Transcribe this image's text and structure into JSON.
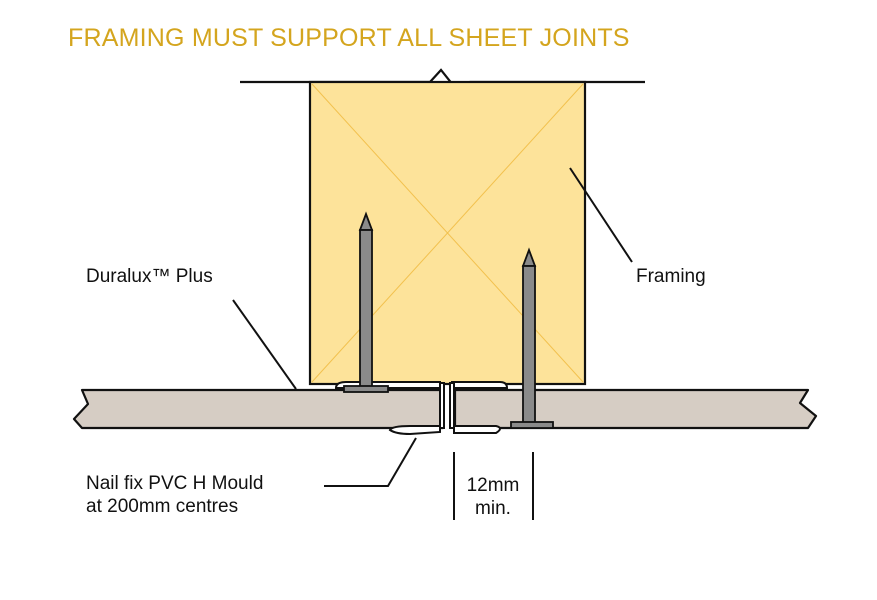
{
  "title": "FRAMING MUST SUPPORT ALL SHEET JOINTS",
  "labels": {
    "sheet": "Duralux™ Plus",
    "framing": "Framing",
    "nail_line1": "Nail fix PVC H Mould",
    "nail_line2": "at 200mm centres",
    "gap_line1": "12mm",
    "gap_line2": "min."
  },
  "colors": {
    "title": "#d4a51e",
    "framing_fill": "#fde39a",
    "framing_cross": "#f2c14e",
    "sheet_fill": "#d6cdc4",
    "nail_fill": "#8a8a8a",
    "outline": "#111111"
  },
  "icons": [
    "framing-timber",
    "nail",
    "h-mould",
    "sheet-board"
  ]
}
